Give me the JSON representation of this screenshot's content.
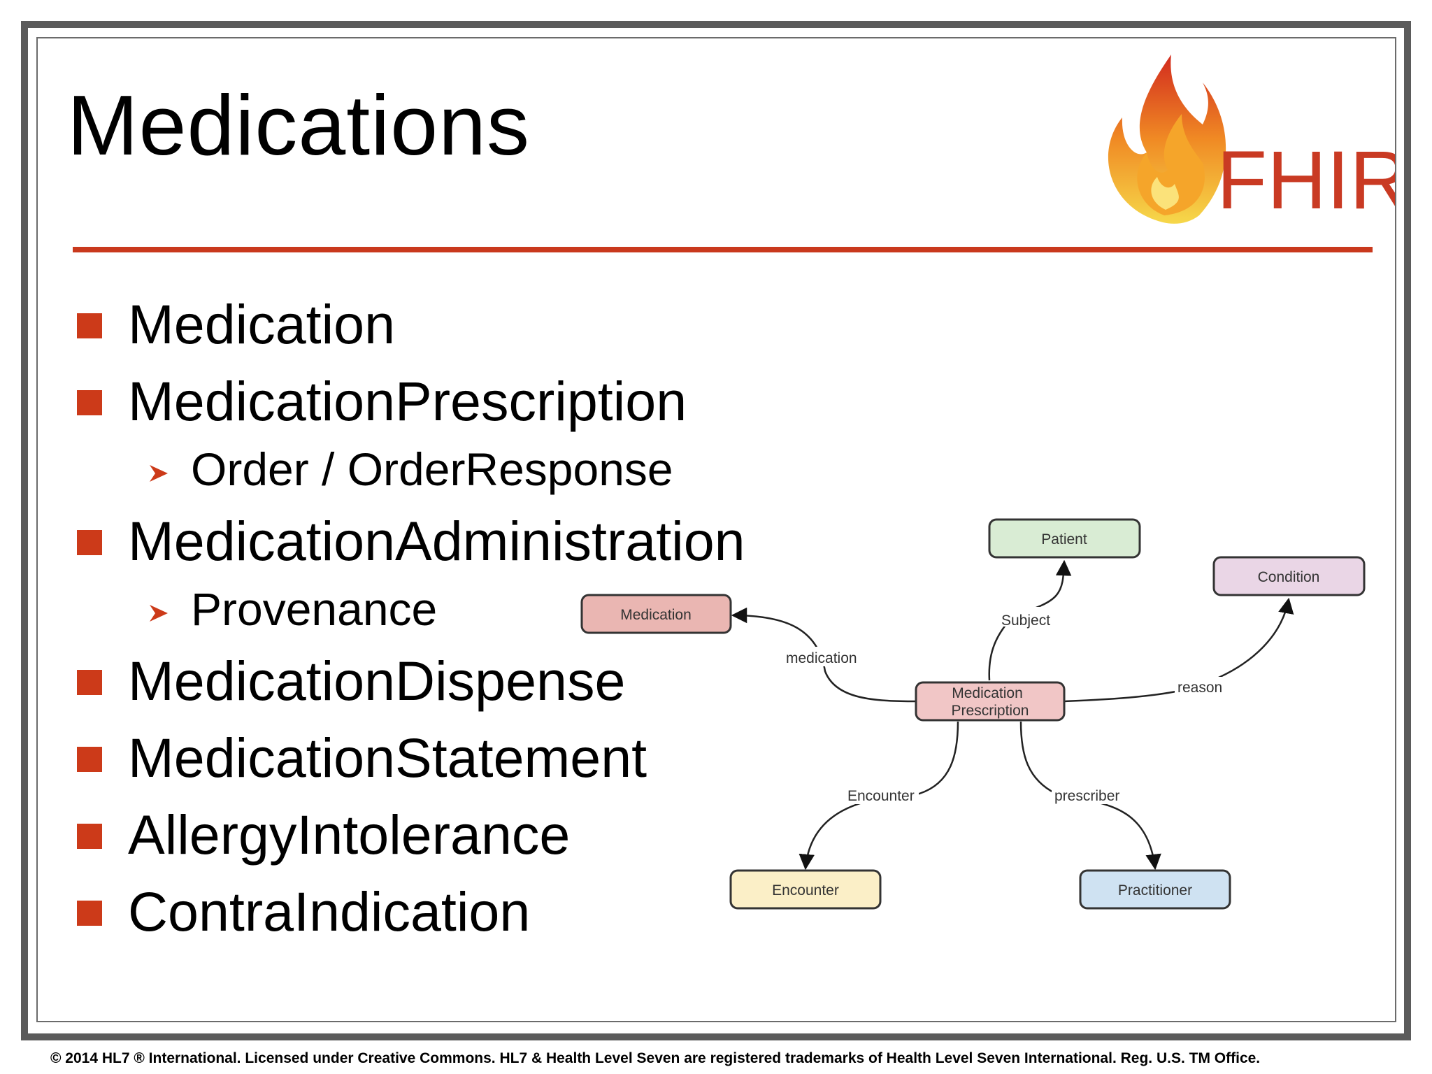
{
  "slide": {
    "title": "Medications",
    "logo_text": "FHIR",
    "accent_color": "#cc3a19"
  },
  "bullets": [
    {
      "label": "Medication",
      "level": 1
    },
    {
      "label": "MedicationPrescription",
      "level": 1
    },
    {
      "label": "Order / OrderResponse",
      "level": 2
    },
    {
      "label": "MedicationAdministration",
      "level": 1
    },
    {
      "label": "Provenance",
      "level": 2
    },
    {
      "label": "MedicationDispense",
      "level": 1
    },
    {
      "label": "MedicationStatement",
      "level": 1
    },
    {
      "label": "AllergyIntolerance",
      "level": 1
    },
    {
      "label": "ContraIndication",
      "level": 1
    }
  ],
  "diagram": {
    "nodes": {
      "patient": {
        "label": "Patient",
        "color": "#d9ecd4"
      },
      "condition": {
        "label": "Condition",
        "color": "#ead6e6"
      },
      "medication": {
        "label": "Medication",
        "color": "#eab6b2"
      },
      "center": {
        "label_line1": "Medication",
        "label_line2": "Prescription",
        "color": "#f1c6c6"
      },
      "encounter": {
        "label": "Encounter",
        "color": "#fbefc7"
      },
      "practitioner": {
        "label": "Practitioner",
        "color": "#cfe2f2"
      }
    },
    "edges": {
      "subject": "Subject",
      "medication": "medication",
      "reason": "reason",
      "encounter": "Encounter",
      "prescriber": "prescriber"
    }
  },
  "footer": "© 2014 HL7 ® International. Licensed under Creative Commons. HL7 & Health Level Seven are registered trademarks of Health Level Seven International. Reg. U.S. TM Office."
}
